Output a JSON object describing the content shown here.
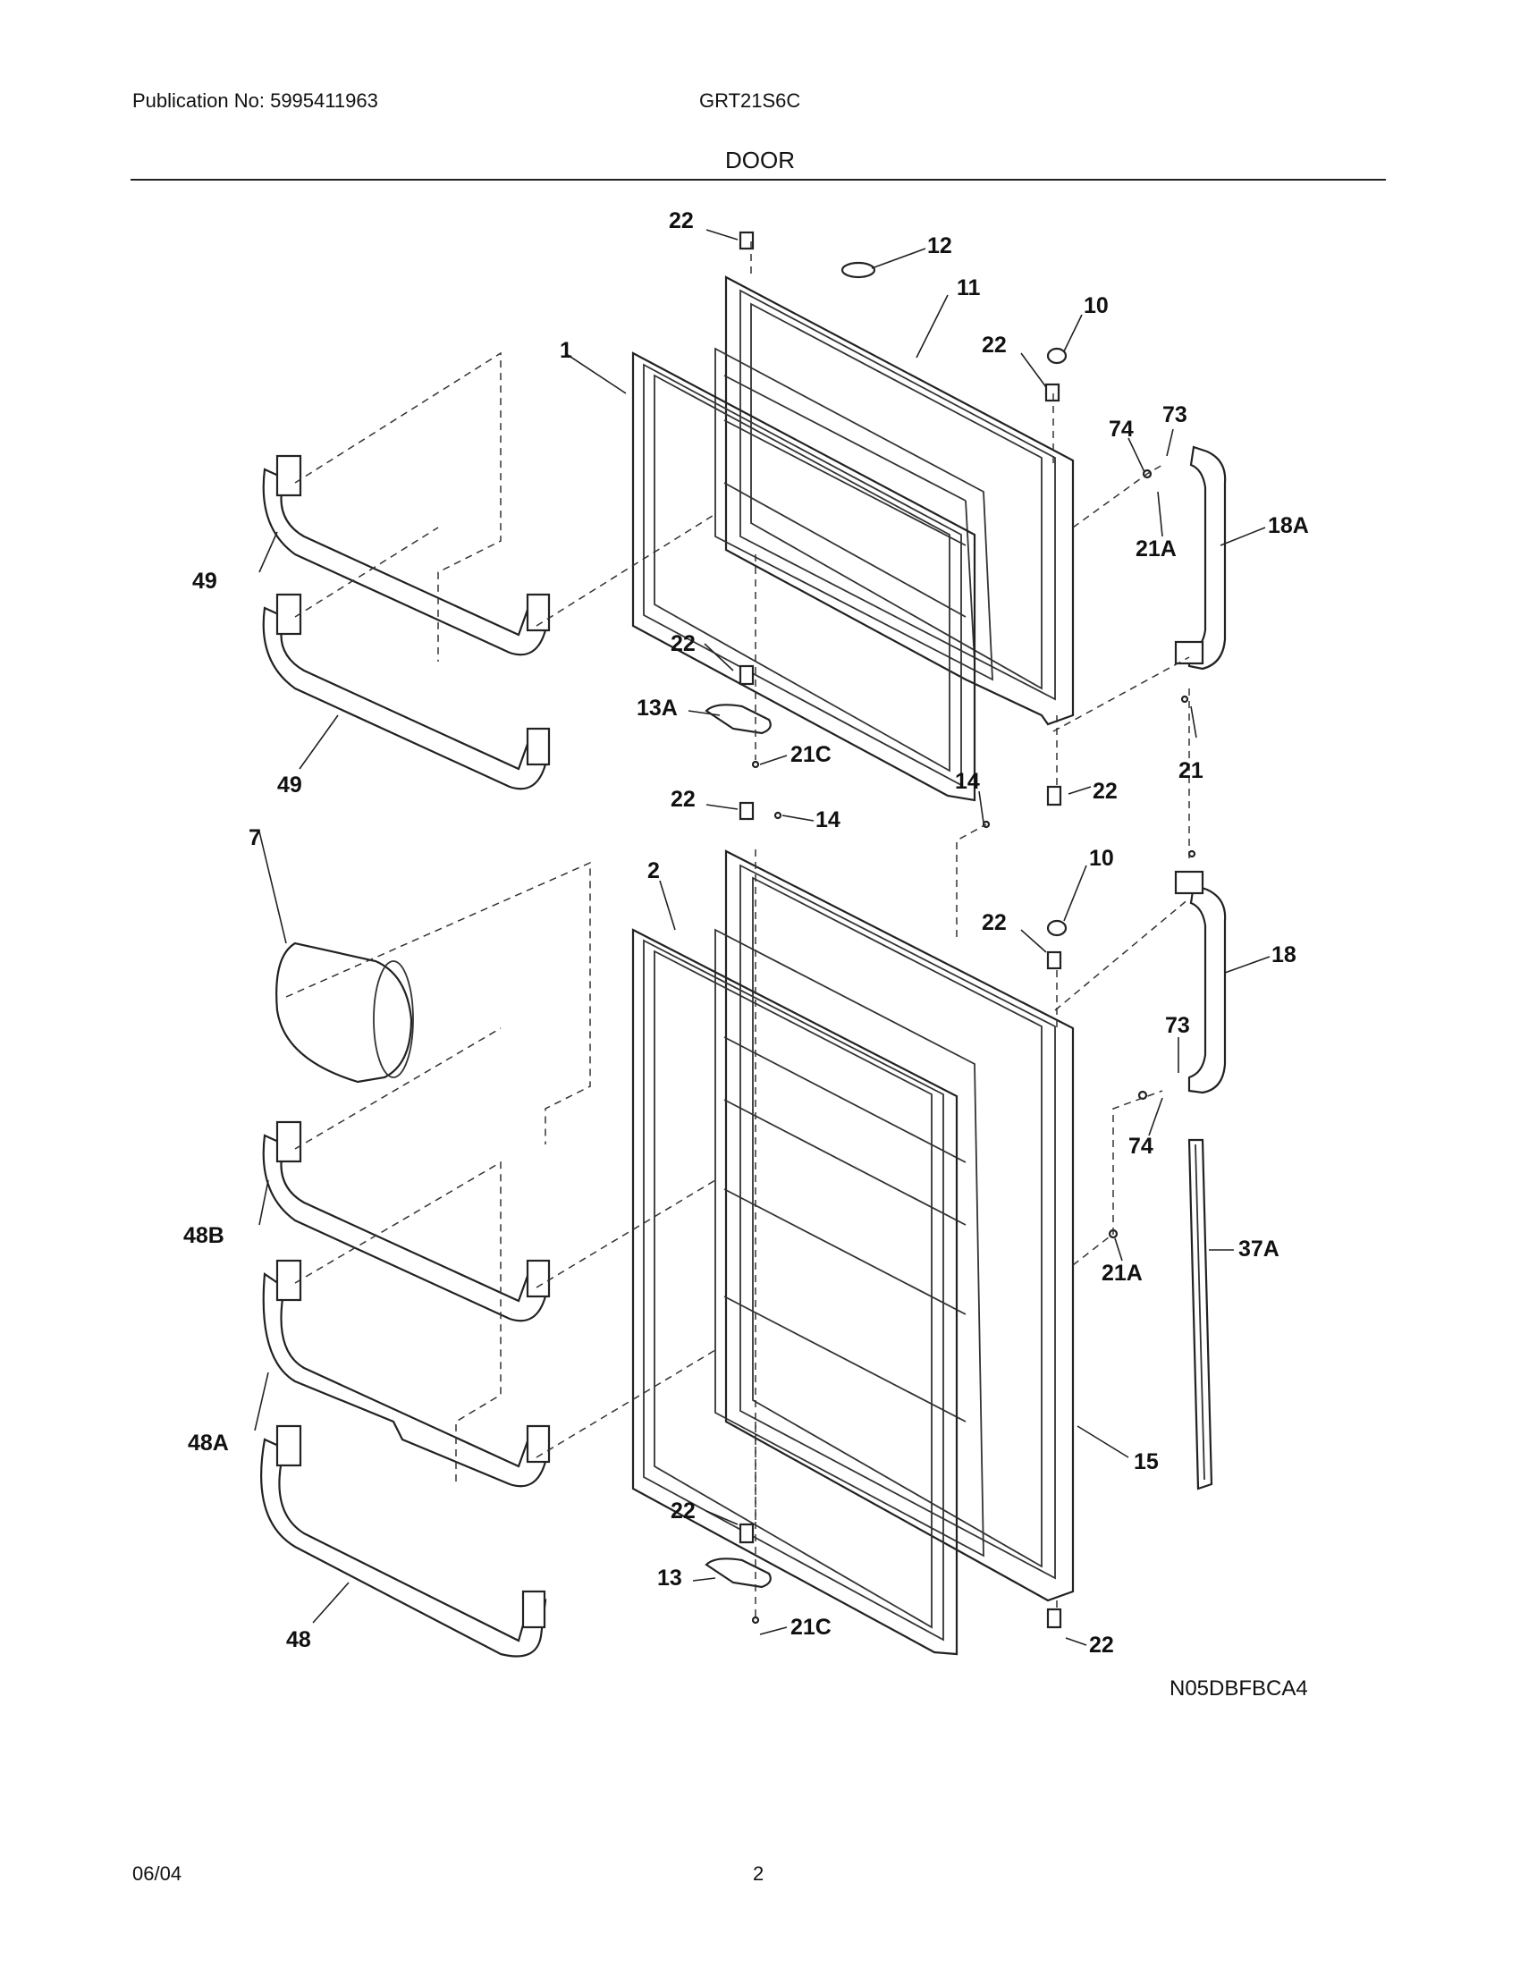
{
  "header": {
    "publication": "Publication No: 5995411963",
    "model": "GRT21S6C",
    "section": "DOOR"
  },
  "footer": {
    "diagram_code": "N05DBFBCA4",
    "date": "06/04",
    "page": "2"
  },
  "callouts": [
    {
      "id": "c-22-a",
      "text": "22"
    },
    {
      "id": "c-12",
      "text": "12"
    },
    {
      "id": "c-11",
      "text": "11"
    },
    {
      "id": "c-10-a",
      "text": "10"
    },
    {
      "id": "c-22-b",
      "text": "22"
    },
    {
      "id": "c-1",
      "text": "1"
    },
    {
      "id": "c-74-a",
      "text": "74"
    },
    {
      "id": "c-73-a",
      "text": "73"
    },
    {
      "id": "c-18A",
      "text": "18A"
    },
    {
      "id": "c-21A-a",
      "text": "21A"
    },
    {
      "id": "c-49-a",
      "text": "49"
    },
    {
      "id": "c-49-b",
      "text": "49"
    },
    {
      "id": "c-22-c",
      "text": "22"
    },
    {
      "id": "c-13A",
      "text": "13A"
    },
    {
      "id": "c-21C-a",
      "text": "21C"
    },
    {
      "id": "c-22-d",
      "text": "22"
    },
    {
      "id": "c-21",
      "text": "21"
    },
    {
      "id": "c-14-a",
      "text": "14"
    },
    {
      "id": "c-22-e",
      "text": "22"
    },
    {
      "id": "c-14-b",
      "text": "14"
    },
    {
      "id": "c-7",
      "text": "7"
    },
    {
      "id": "c-2",
      "text": "2"
    },
    {
      "id": "c-10-b",
      "text": "10"
    },
    {
      "id": "c-22-f",
      "text": "22"
    },
    {
      "id": "c-18",
      "text": "18"
    },
    {
      "id": "c-73-b",
      "text": "73"
    },
    {
      "id": "c-74-b",
      "text": "74"
    },
    {
      "id": "c-37A",
      "text": "37A"
    },
    {
      "id": "c-48B",
      "text": "48B"
    },
    {
      "id": "c-21A-b",
      "text": "21A"
    },
    {
      "id": "c-48A",
      "text": "48A"
    },
    {
      "id": "c-15",
      "text": "15"
    },
    {
      "id": "c-22-g",
      "text": "22"
    },
    {
      "id": "c-13",
      "text": "13"
    },
    {
      "id": "c-21C-b",
      "text": "21C"
    },
    {
      "id": "c-48",
      "text": "48"
    },
    {
      "id": "c-22-h",
      "text": "22"
    }
  ]
}
